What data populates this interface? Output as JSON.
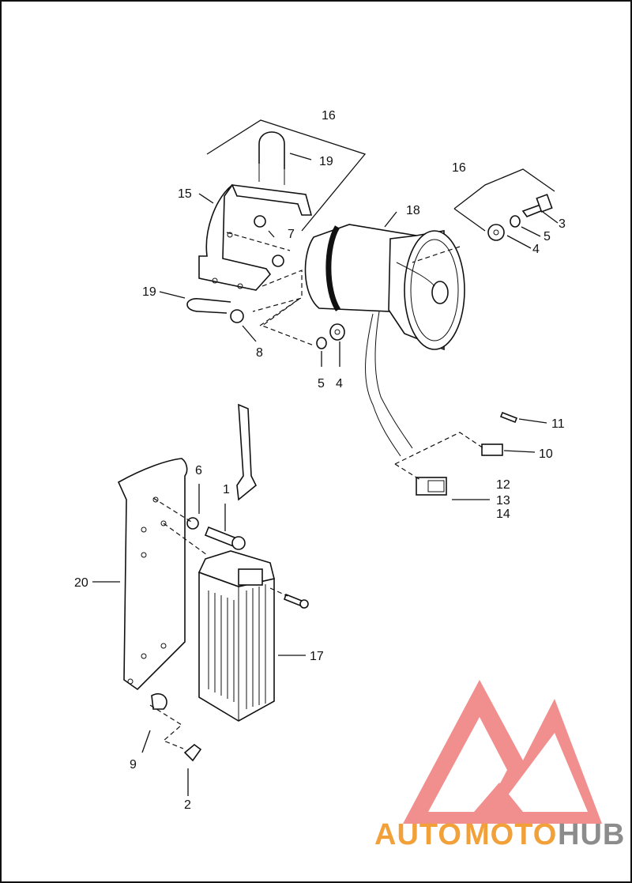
{
  "callouts": {
    "c16a": "16",
    "c19a": "19",
    "c15": "15",
    "c7": "7",
    "c18": "18",
    "c16b": "16",
    "c3": "3",
    "c5a": "5",
    "c4a": "4",
    "c19b": "19",
    "c8": "8",
    "c5b": "5",
    "c4b": "4",
    "c11": "11",
    "c10": "10",
    "c12": "12",
    "c13": "13",
    "c14": "14",
    "c6": "6",
    "c1": "1",
    "c20": "20",
    "c17": "17",
    "c9": "9",
    "c2": "2"
  },
  "watermark": {
    "brand_part1": "AUTO",
    "brand_part2": "MOTO",
    "brand_part3": "HUB",
    "colors": {
      "orange": "#f2a13a",
      "gray": "#8c8c8c",
      "logo": "#ef6f6f"
    }
  }
}
